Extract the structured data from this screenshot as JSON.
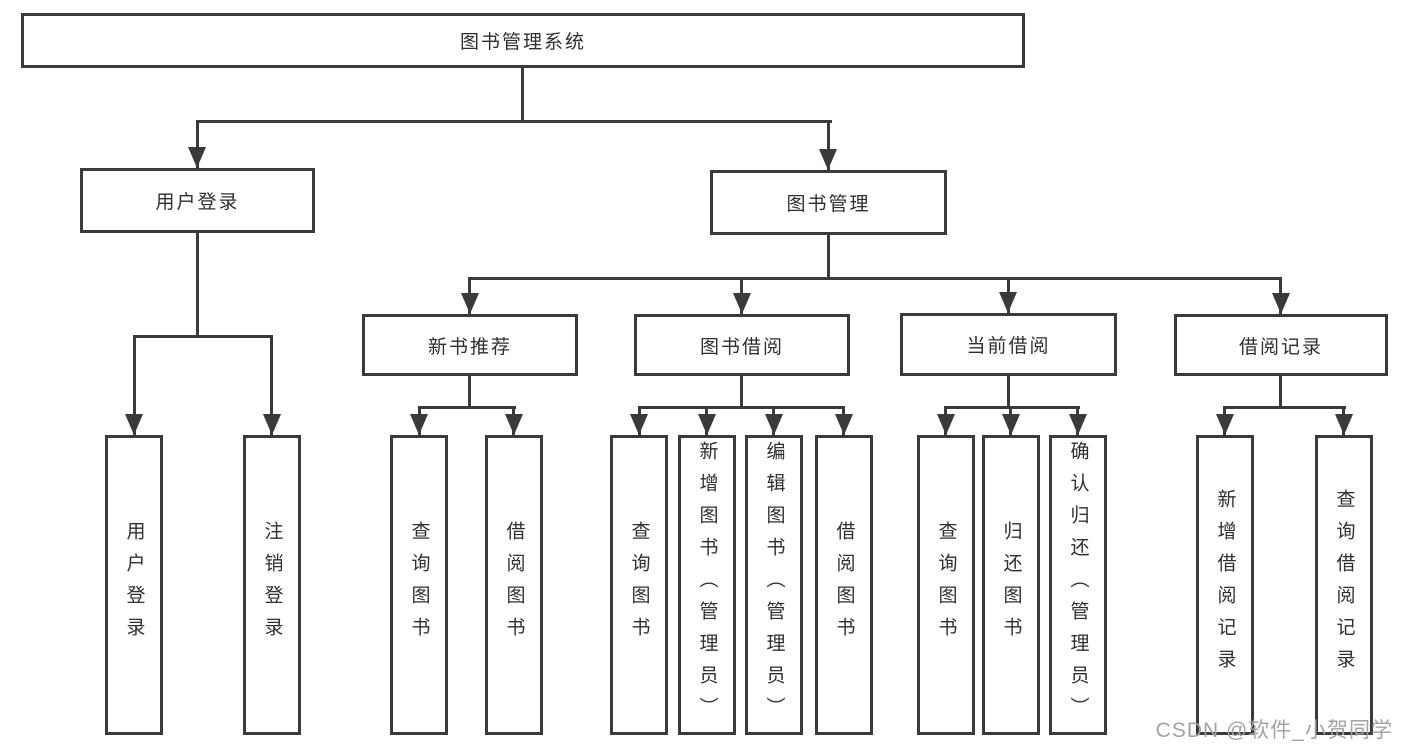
{
  "nodes": {
    "root": "图书管理系统",
    "user_login": "用户登录",
    "book_mgmt": "图书管理",
    "new_book_rec": "新书推荐",
    "book_borrow": "图书借阅",
    "current_borrow": "当前借阅",
    "borrow_records": "借阅记录",
    "leaf_user_login": "用户登录",
    "leaf_logout": "注销登录",
    "leaf_nbr_query": "查询图书",
    "leaf_nbr_borrow": "借阅图书",
    "leaf_bb_query": "查询图书",
    "leaf_bb_add": "新增图书（管理员）",
    "leaf_bb_edit": "编辑图书（管理员）",
    "leaf_bb_borrow": "借阅图书",
    "leaf_cb_query": "查询图书",
    "leaf_cb_return": "归还图书",
    "leaf_cb_confirm": "确认归还（管理员）",
    "leaf_br_add": "新增借阅记录",
    "leaf_br_query": "查询借阅记录"
  },
  "hierarchy": {
    "root": "图书管理系统",
    "children": [
      {
        "label": "用户登录",
        "children": [
          "用户登录",
          "注销登录"
        ]
      },
      {
        "label": "图书管理",
        "children": [
          {
            "label": "新书推荐",
            "children": [
              "查询图书",
              "借阅图书"
            ]
          },
          {
            "label": "图书借阅",
            "children": [
              "查询图书",
              "新增图书（管理员）",
              "编辑图书（管理员）",
              "借阅图书"
            ]
          },
          {
            "label": "当前借阅",
            "children": [
              "查询图书",
              "归还图书",
              "确认归还（管理员）"
            ]
          },
          {
            "label": "借阅记录",
            "children": [
              "新增借阅记录",
              "查询借阅记录"
            ]
          }
        ]
      }
    ]
  },
  "watermark": "CSDN @软件_小贺同学",
  "colors": {
    "line": "#3a3a3a",
    "text": "#2f2f2f",
    "watermark": "#a3a3a3",
    "background": "#ffffff"
  }
}
